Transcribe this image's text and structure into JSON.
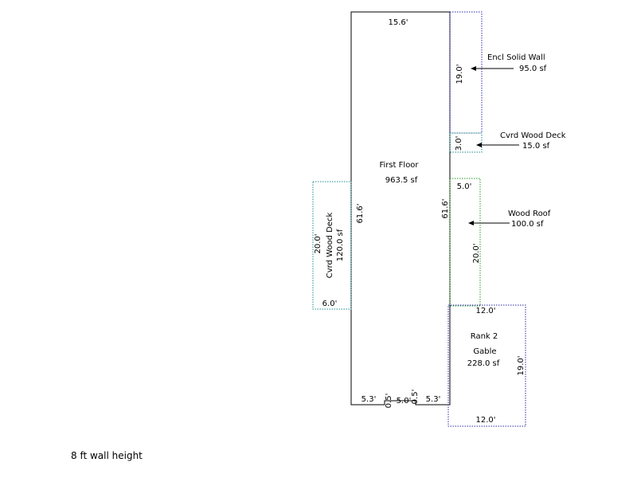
{
  "colors": {
    "line": "#000000",
    "navy_dotted": "#2a2aa8",
    "teal_dotted": "#1e8a8a",
    "green_dotted": "#2a9a2a",
    "background": "#ffffff"
  },
  "main": {
    "label": "First Floor",
    "area": "963.5 sf",
    "top_dim": "15.6'",
    "left_dim": "61.6'",
    "right_dim": "61.6'",
    "bottom_left_dim": "5.3'",
    "bottom_notch_left": "0.5'",
    "bottom_notch_width": "5.0'",
    "bottom_notch_right": "0.5'",
    "bottom_right_dim": "5.3'"
  },
  "encl_wall": {
    "label": "Encl Solid Wall",
    "area": "95.0 sf",
    "dim": "19.0'"
  },
  "deck_right": {
    "label": "Cvrd Wood Deck",
    "area": "15.0 sf",
    "dim": "3.0'"
  },
  "wood_roof": {
    "label": "Wood Roof",
    "area": "100.0 sf",
    "width_dim": "5.0'",
    "height_dim": "20.0'"
  },
  "deck_left": {
    "label": "Cvrd Wood Deck",
    "area": "120.0 sf",
    "height_dim": "20.0'",
    "width_dim": "6.0'"
  },
  "gable": {
    "rank": "Rank 2",
    "label": "Gable",
    "area": "228.0 sf",
    "top_dim": "12.0'",
    "bottom_dim": "12.0'",
    "side_dim": "19.0'"
  },
  "footer": {
    "note": "8 ft wall height"
  }
}
